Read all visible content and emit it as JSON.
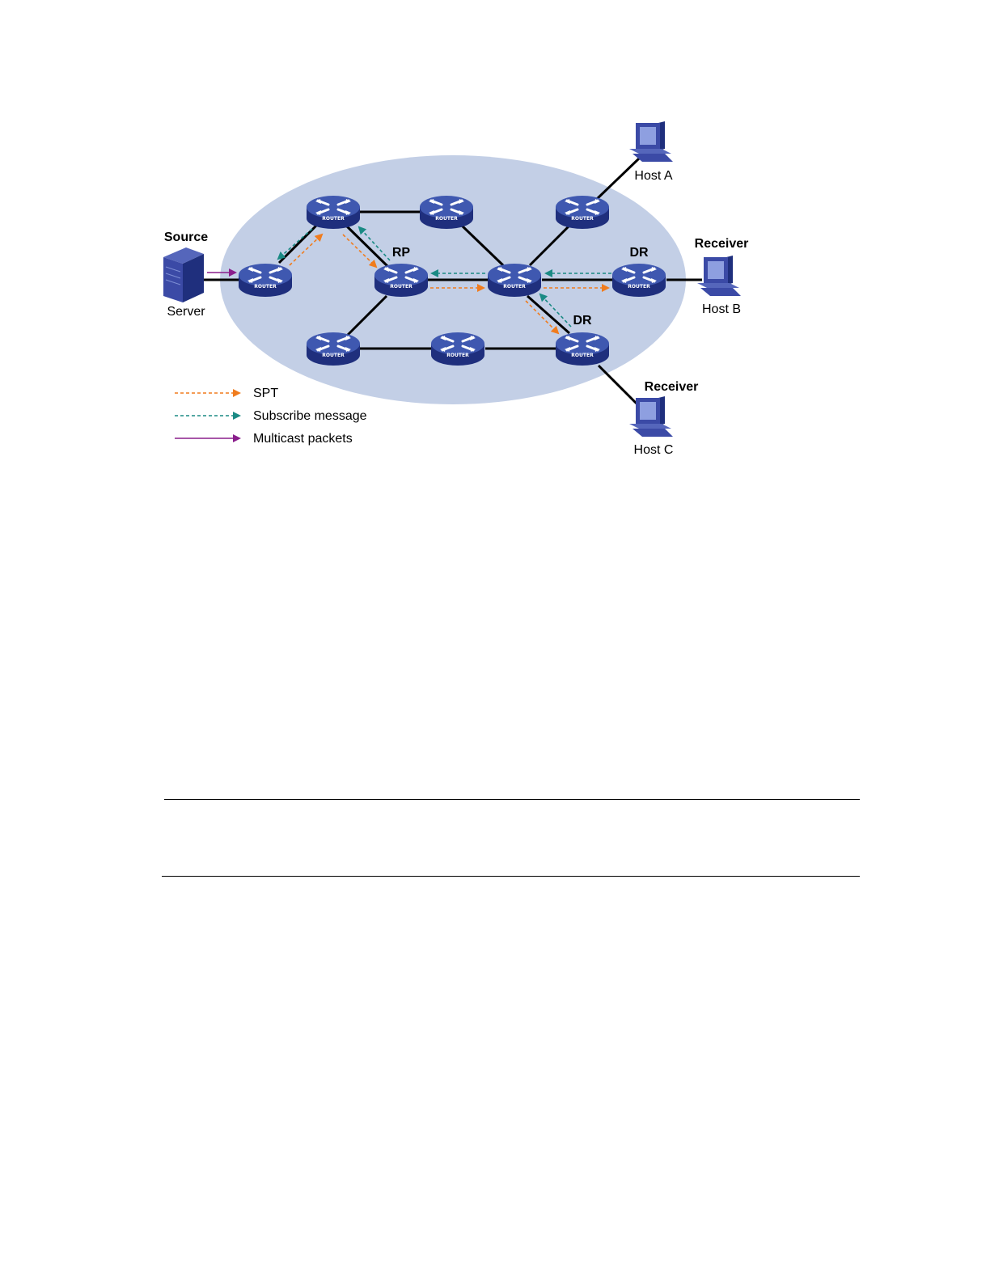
{
  "diagram": {
    "labels": {
      "source": "Source",
      "server": "Server",
      "rp": "RP",
      "dr_b": "DR",
      "dr_c": "DR",
      "receiver_b": "Receiver",
      "receiver_c": "Receiver",
      "host_a": "Host A",
      "host_b": "Host B",
      "host_c": "Host C"
    },
    "router_caption": "ROUTER",
    "legend": [
      {
        "key": "spt",
        "label": "SPT",
        "color": "#f07c1e",
        "dashed": true
      },
      {
        "key": "subscribe",
        "label": "Subscribe message",
        "color": "#1a8a84",
        "dashed": true
      },
      {
        "key": "multicast",
        "label": "Multicast packets",
        "color": "#8a1e8c",
        "dashed": false
      }
    ],
    "colors": {
      "domain_fill": "#c3cfe6",
      "router_top": "#3f58b0",
      "router_side": "#1f2f7d",
      "link": "#000000",
      "host": "#3b4aa6"
    }
  }
}
